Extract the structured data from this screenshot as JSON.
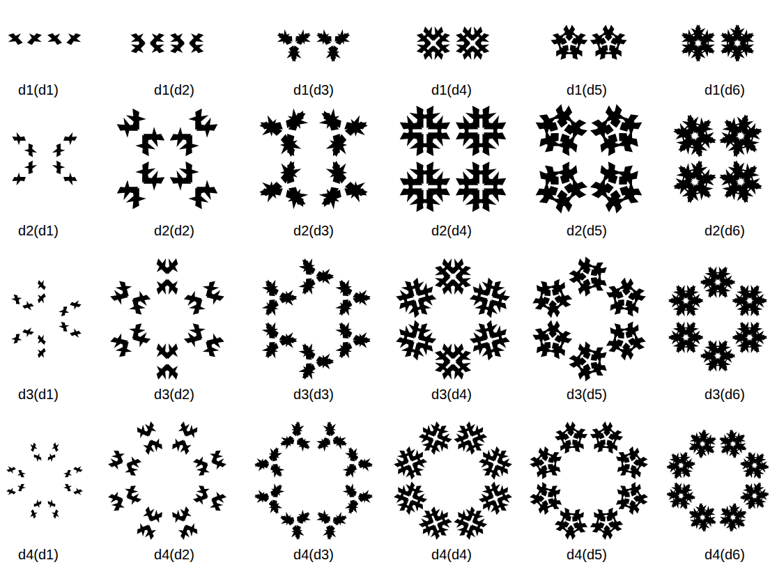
{
  "diagram": {
    "labels": [
      "d1(d1)",
      "d1(d2)",
      "d1(d3)",
      "d1(d4)",
      "d1(d5)",
      "d1(d6)",
      "d2(d1)",
      "d2(d2)",
      "d2(d3)",
      "d2(d4)",
      "d2(d5)",
      "d2(d6)",
      "d3(d1)",
      "d3(d2)",
      "d3(d3)",
      "d3(d4)",
      "d3(d5)",
      "d3(d6)",
      "d4(d1)",
      "d4(d2)",
      "d4(d3)",
      "d4(d4)",
      "d4(d5)",
      "d4(d6)"
    ]
  }
}
